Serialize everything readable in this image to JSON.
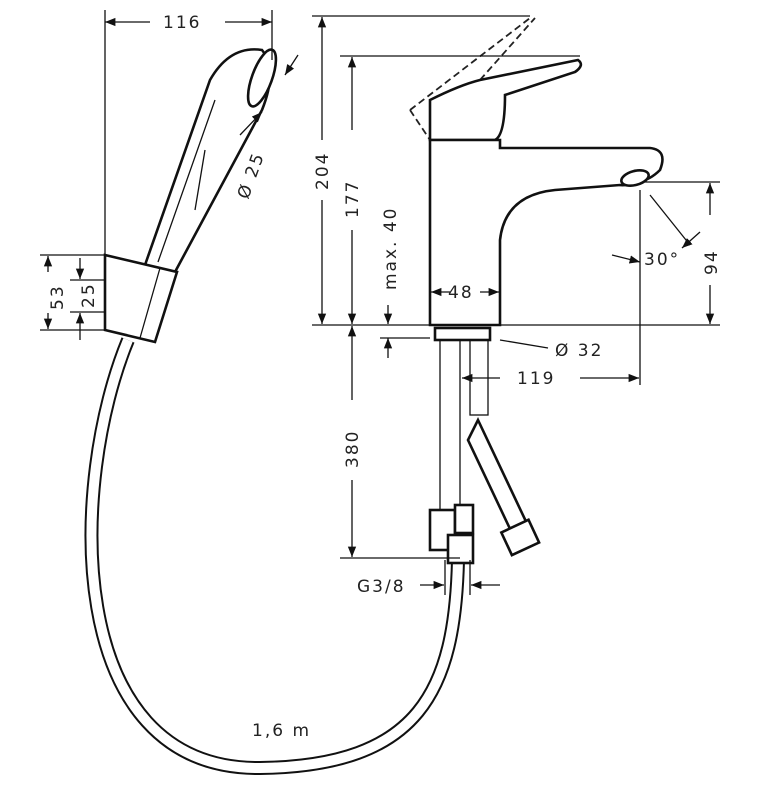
{
  "dimensions": {
    "shower_width": "116",
    "head_diameter": "Ø 25",
    "total_height": "204",
    "spout_height": "177",
    "max_thickness": "max. 40",
    "body_width": "48",
    "outlet_height": "94",
    "outlet_angle": "30°",
    "base_diameter": "Ø 32",
    "projection": "119",
    "hose_connection_length": "380",
    "thread": "G3/8",
    "holder_height": "53",
    "holder_inner": "25",
    "hose_length": "1,6 m"
  }
}
